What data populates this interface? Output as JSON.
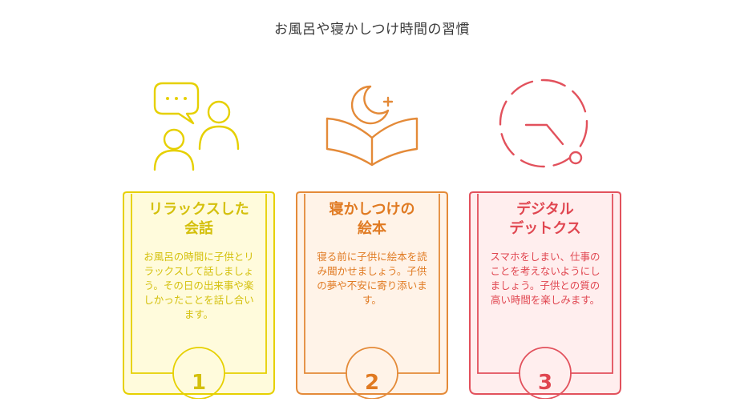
{
  "title": "お風呂や寝かしつけ時間の習慣",
  "steps": [
    {
      "heading": "リラックスした\n会話",
      "description": "お風呂の時間に子供とリラックスして話しましょう。その日の出来事や楽しかったことを話し合います。",
      "number": "1",
      "icon": "conversation-icon",
      "color": "#e6d000",
      "fill": "#fffbdc"
    },
    {
      "heading": "寝かしつけの\n絵本",
      "description": "寝る前に子供に絵本を読み聞かせましょう。子供の夢や不安に寄り添います。",
      "number": "2",
      "icon": "moon-book-icon",
      "color": "#e48a38",
      "fill": "#fff3e8"
    },
    {
      "heading": "デジタル\nデットクス",
      "description": "スマホをしまい、仕事のことを考えないようにしましょう。子供との質の高い時間を楽しみます。",
      "number": "3",
      "icon": "clock-icon",
      "color": "#e2515c",
      "fill": "#ffeeee"
    }
  ]
}
